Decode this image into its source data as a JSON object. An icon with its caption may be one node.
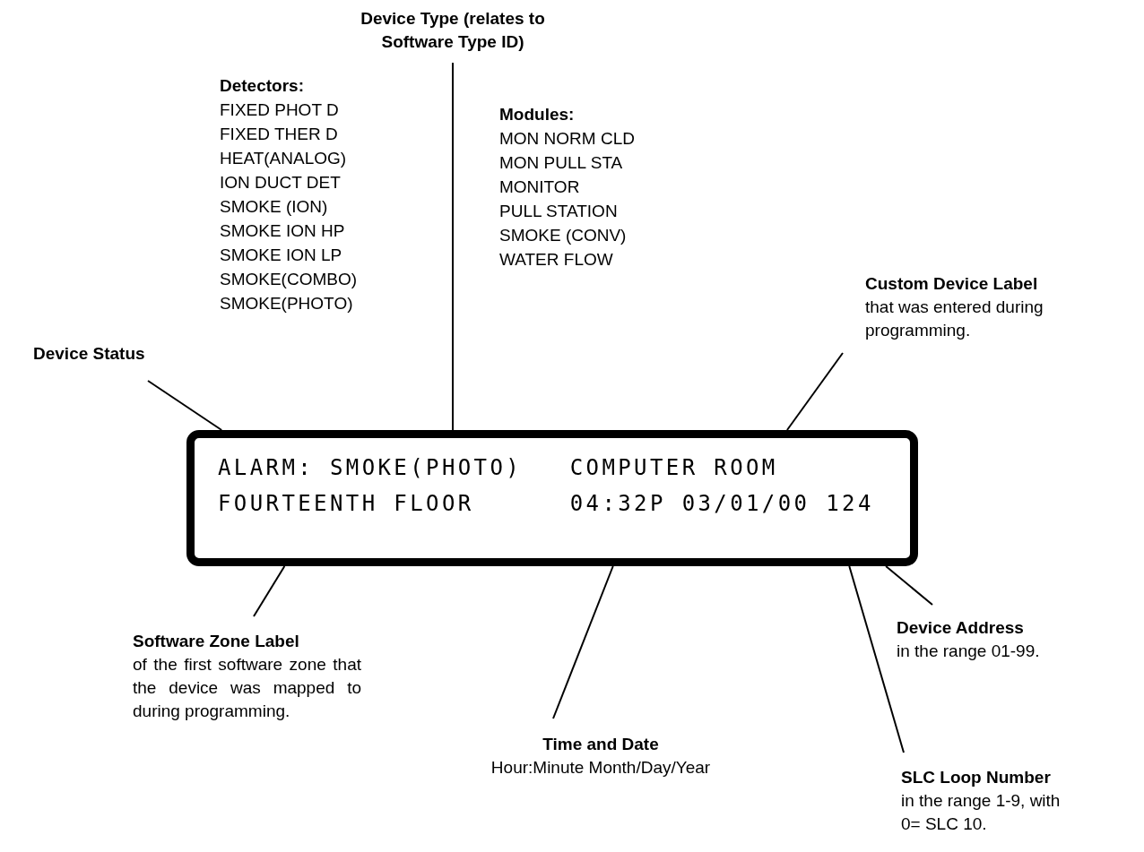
{
  "diagram": {
    "nodes": [
      {
        "text": [
          "Device Type (relates to Software Type ID)"
        ]
      },
      {
        "text": [
          "Custom Device Label",
          "that was entered during programming."
        ]
      },
      {
        "text": [
          "Device Status"
        ]
      },
      {
        "text": [
          "ALARM: SMOKE(PHOTO)   COMPUTER ROOM",
          "FOURTEENTH FLOOR      04:32P 03/01/00 124"
        ]
      },
      {
        "text": [
          "Device Address",
          "in the range 01-99."
        ]
      },
      {
        "text": [
          "Software Zone Label",
          "of the first software zone that the device was mapped to during programming."
        ]
      },
      {
        "text": [
          "Time and Date",
          "Hour:Minute Month/Day/Year"
        ]
      },
      {
        "text": [
          "SLC Loop Number",
          "in the range 1-9, with 0= SLC 10."
        ]
      }
    ],
    "edges": [
      {
        "from": 0,
        "to": 3,
        "arrow": "none"
      },
      {
        "from": 1,
        "to": 3,
        "arrow": "none"
      },
      {
        "from": 2,
        "to": 3,
        "arrow": "none"
      },
      {
        "from": 4,
        "to": 3,
        "arrow": "none"
      },
      {
        "from": 5,
        "to": 3,
        "arrow": "none"
      },
      {
        "from": 6,
        "to": 3,
        "arrow": "none"
      },
      {
        "from": 7,
        "to": 3,
        "arrow": "none"
      }
    ],
    "labels": [
      "Detectors:",
      "FIXED PHOT D",
      "FIXED THER D",
      "HEAT(ANALOG)",
      "ION DUCT DET",
      "SMOKE (ION)",
      "SMOKE ION HP",
      "SMOKE ION LP",
      "SMOKE(COMBO)",
      "SMOKE(PHOTO)",
      "Modules:",
      "MON NORM CLD",
      "MON PULL STA",
      "MONITOR",
      "PULL STATION",
      "SMOKE (CONV)",
      "WATER FLOW"
    ]
  }
}
